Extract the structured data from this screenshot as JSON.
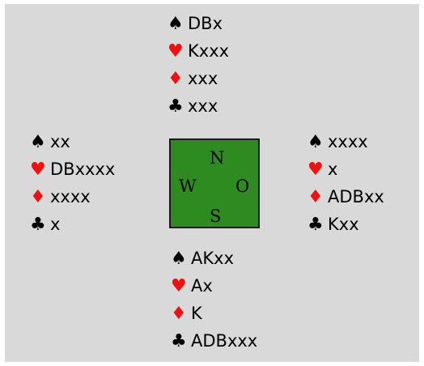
{
  "colors": {
    "background": "#d9d9d9",
    "table": "#2e8b1f",
    "red_suit": "#ee1111",
    "black_suit": "#000000"
  },
  "suits": {
    "spades": {
      "glyph": "♠",
      "color": "black",
      "icon": "spade-icon"
    },
    "hearts": {
      "glyph": "♥",
      "color": "red",
      "icon": "heart-icon"
    },
    "diamonds": {
      "glyph": "♦",
      "color": "red",
      "icon": "diamond-icon"
    },
    "clubs": {
      "glyph": "♣",
      "color": "black",
      "icon": "club-icon"
    }
  },
  "compass": {
    "north": "N",
    "west": "W",
    "east": "O",
    "south": "S"
  },
  "hands": {
    "north": {
      "spades": "DBx",
      "hearts": "Kxxx",
      "diamonds": "xxx",
      "clubs": "xxx"
    },
    "west": {
      "spades": "xx",
      "hearts": "DBxxxx",
      "diamonds": "xxxx",
      "clubs": "x"
    },
    "east": {
      "spades": "xxxx",
      "hearts": "x",
      "diamonds": "ADBxx",
      "clubs": "Kxx"
    },
    "south": {
      "spades": "AKxx",
      "hearts": "Ax",
      "diamonds": "K",
      "clubs": "ADBxxx"
    }
  }
}
